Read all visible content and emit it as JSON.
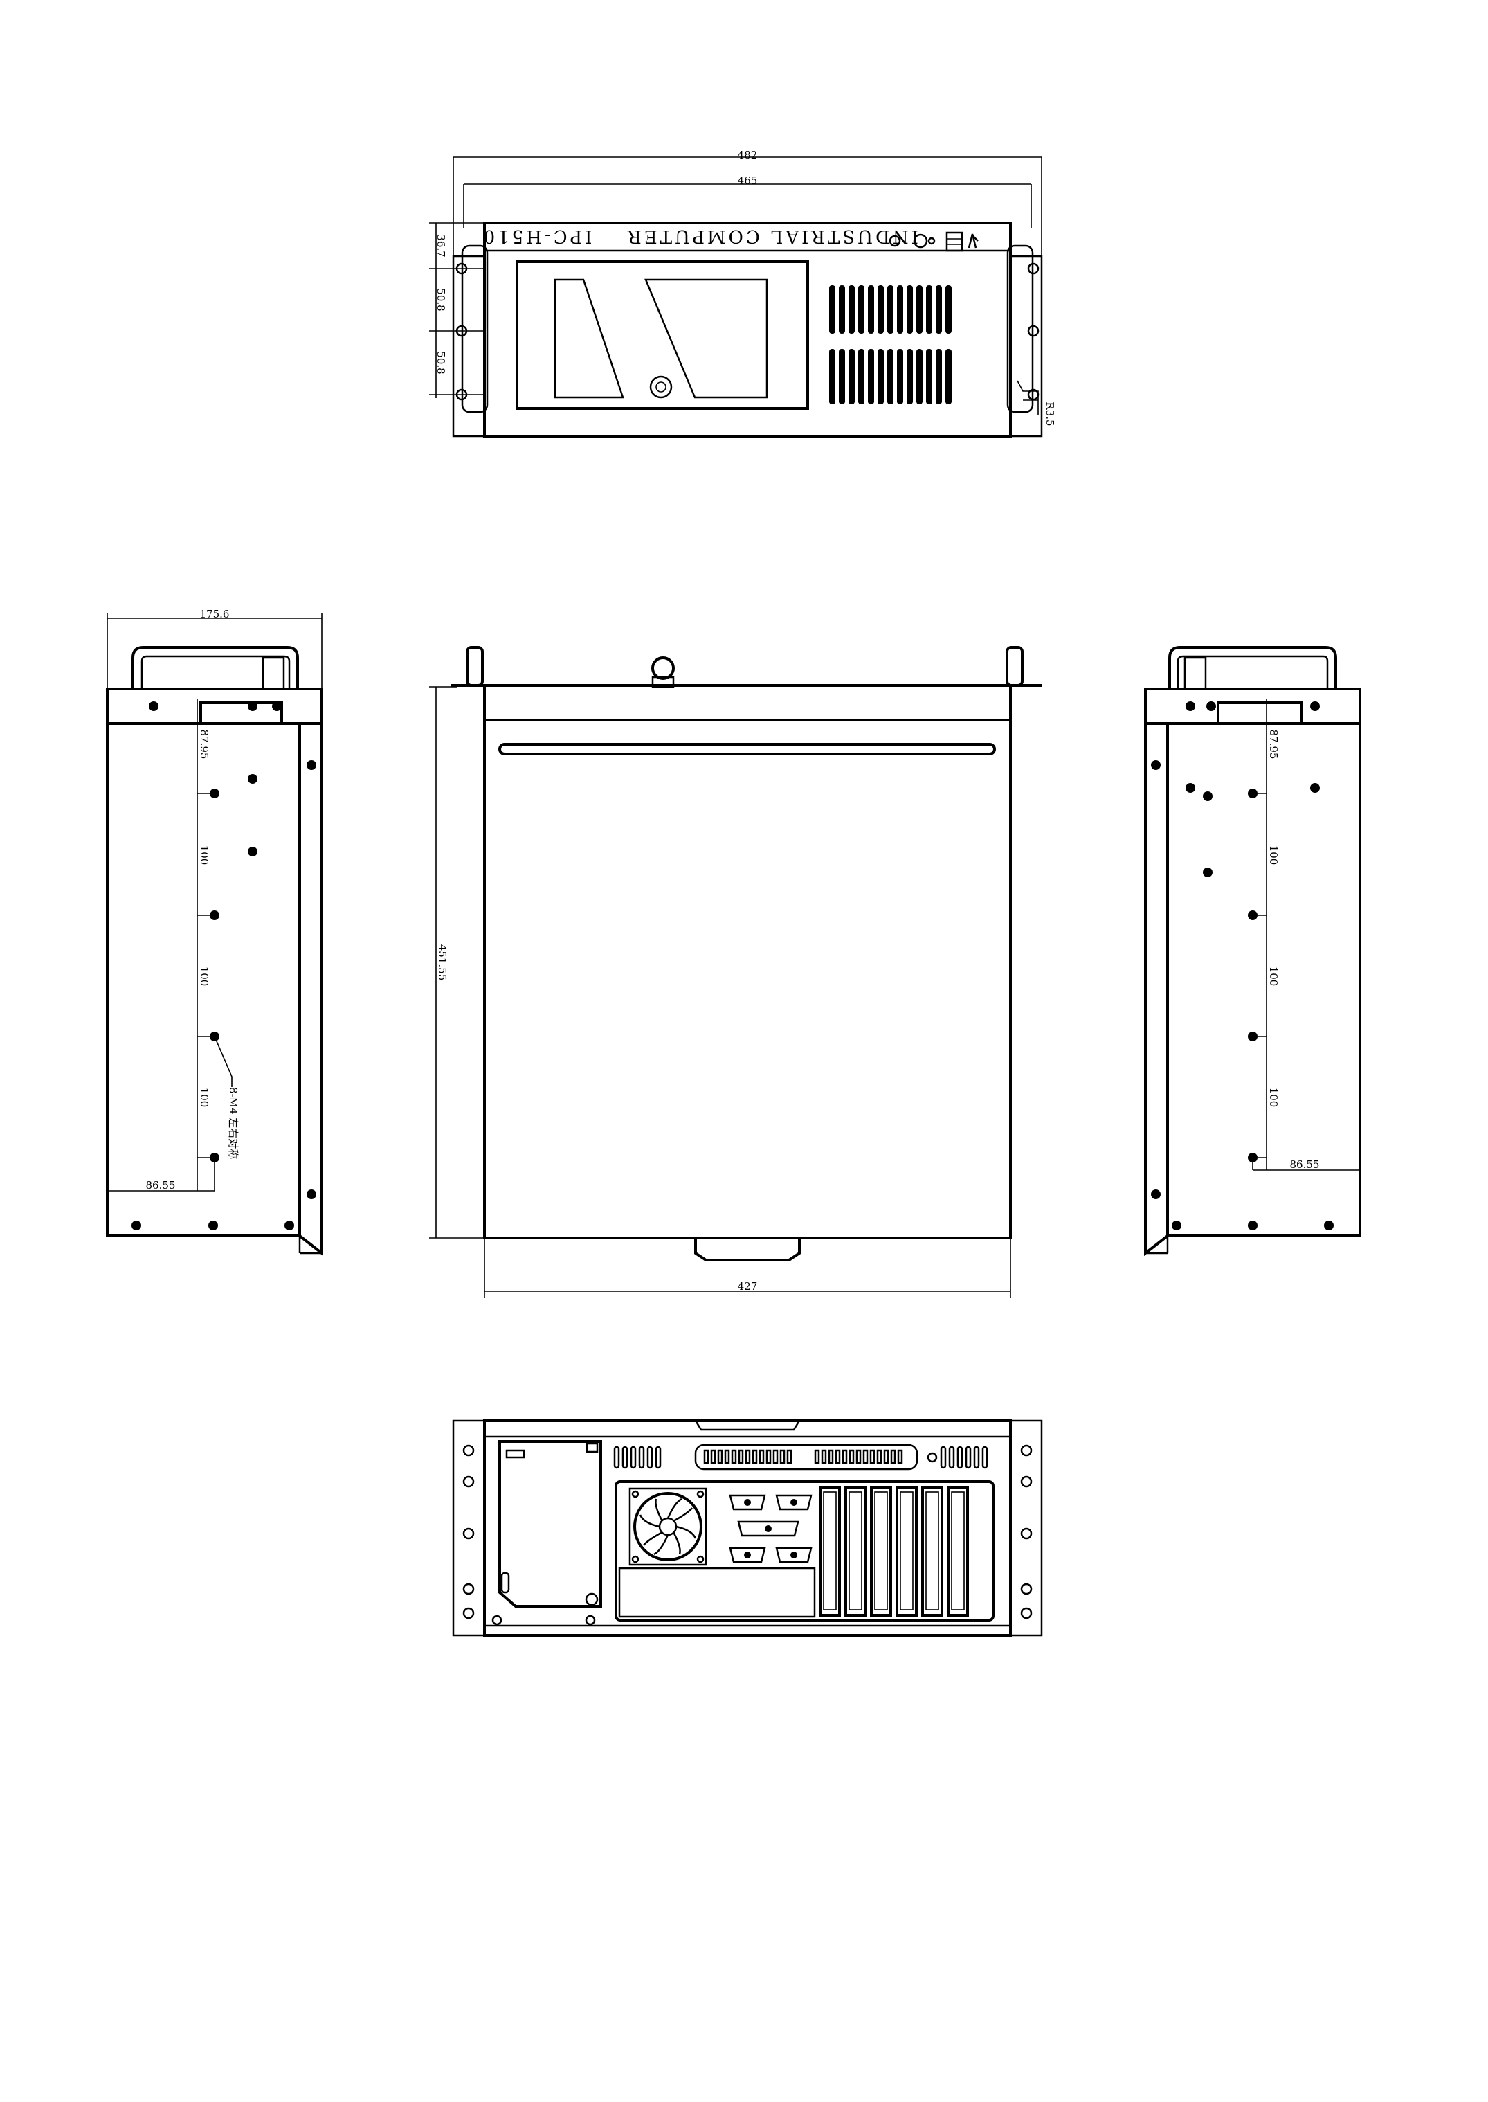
{
  "front_view": {
    "brand_text": "INDUSTRIAL COMPUTER",
    "model_text": "IPC-H510",
    "dim_overall_width": "482",
    "dim_inner_width": "465",
    "dim_top_offset": "36.7",
    "dim_hole_pitch_1": "50.8",
    "dim_hole_pitch_2": "50.8",
    "dim_radius": "R3.5"
  },
  "left_side_view": {
    "dim_depth": "175.6",
    "dim_first_hole": "87.95",
    "dim_pitch_1": "100",
    "dim_pitch_2": "100",
    "dim_pitch_3": "100",
    "dim_bottom_offset": "86.55",
    "screw_note": "8-M4 左右对称"
  },
  "top_view": {
    "dim_length": "451.55",
    "dim_width": "427"
  },
  "right_side_view": {
    "dim_first_hole": "87.95",
    "dim_pitch_1": "100",
    "dim_pitch_2": "100",
    "dim_pitch_3": "100",
    "dim_bottom_offset": "86.55"
  }
}
